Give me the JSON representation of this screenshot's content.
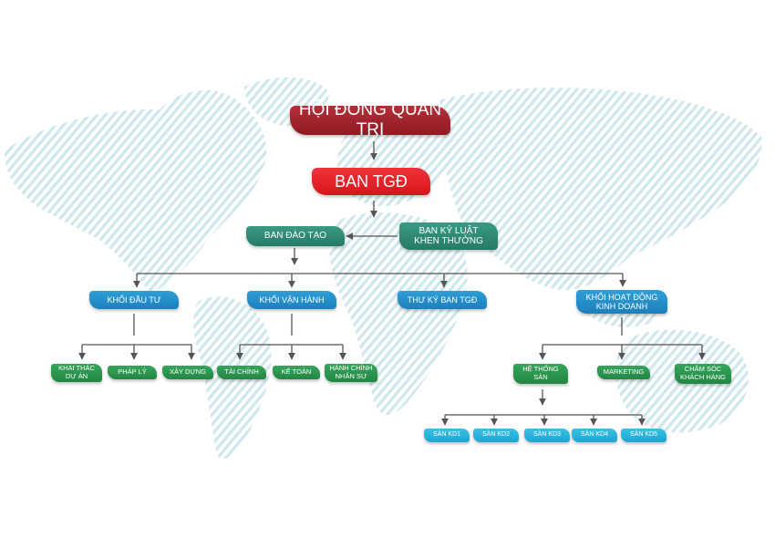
{
  "colors": {
    "map": "#cfe7ec",
    "connector": "#555555",
    "board": "#9a1f28",
    "ceo": "#e3191f",
    "teal": "#2e8a74",
    "blue": "#2590cc",
    "green": "#2a9a4d",
    "cyan": "#2bb5de"
  },
  "org": {
    "board": {
      "label": "HỘI ĐỒNG QUẢN TRỊ"
    },
    "ceo": {
      "label": "BAN TGĐ"
    },
    "committees": {
      "training": {
        "label": "BAN ĐÀO TẠO"
      },
      "discipline": {
        "lines": [
          "BAN KỶ LUẬT",
          "KHEN THƯỞNG"
        ]
      }
    },
    "divisions": {
      "investment": {
        "label": "KHỐI ĐẦU TƯ"
      },
      "operations": {
        "label": "KHỐI VẬN HÀNH"
      },
      "secretary": {
        "label": "THƯ KÝ BAN TGĐ"
      },
      "business": {
        "lines": [
          "KHỐI HOẠT ĐỘNG",
          "KINH DOANH"
        ]
      }
    },
    "departments": {
      "exploitation": {
        "lines": [
          "KHAI THÁC",
          "DỰ ÁN"
        ]
      },
      "legal": {
        "label": "PHÁP LÝ"
      },
      "construction": {
        "label": "XÂY DỰNG"
      },
      "finance": {
        "label": "TÀI CHÍNH"
      },
      "accounting": {
        "label": "KẾ TOÁN"
      },
      "hr": {
        "lines": [
          "HÀNH CHÍNH",
          "NHÂN SỰ"
        ]
      },
      "floor_system": {
        "lines": [
          "HỆ THỐNG",
          "SÀN"
        ]
      },
      "marketing": {
        "label": "MARKETING"
      },
      "customer_care": {
        "lines": [
          "CHĂM SÓC",
          "KHÁCH HÀNG"
        ]
      }
    },
    "floors": [
      {
        "label": "SÀN KD1"
      },
      {
        "label": "SÀN KD2"
      },
      {
        "label": "SÀN KD3"
      },
      {
        "label": "SÀN KD4"
      },
      {
        "label": "SÀN KD5"
      }
    ]
  }
}
